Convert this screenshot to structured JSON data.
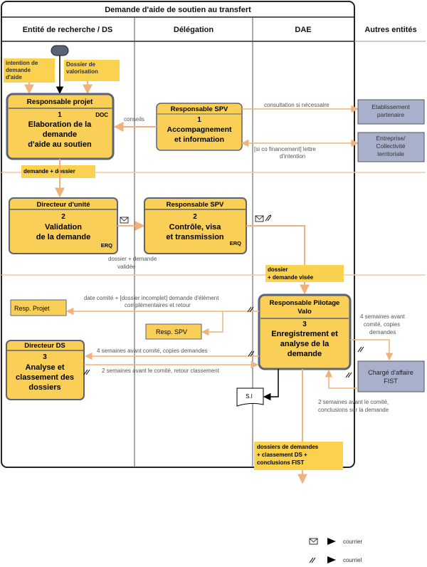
{
  "title": "Demande d'aide de soutien au transfert",
  "columns": [
    "Entité de recherche / DS",
    "Délégation",
    "DAE",
    "Autres entités"
  ],
  "notes": {
    "intention": "intention de demande d'aide",
    "dossier_valo": "Dossier de valorisation",
    "demande_dossier": "demande + dossier",
    "dossier_visee_1": "dossier",
    "dossier_visee_2": "+ demande  visée",
    "final_1": "dossiers de demandes",
    "final_2": "+ classement DS +",
    "final_3": "conclusions FIST"
  },
  "boxes": {
    "resp_projet": {
      "role": "Responsable projet",
      "num": "1",
      "l1": "Elaboration de la",
      "l2": "demande",
      "l3": "d'aide au soutien",
      "tag": "DOC"
    },
    "resp_spv_1": {
      "role": "Responsable SPV",
      "num": "1",
      "l1": "Accompagnement",
      "l2": "et information"
    },
    "dir_unite": {
      "role": "Directeur d'unité",
      "num": "2",
      "l1": "Validation",
      "l2": "de la demande",
      "tag": "ERQ"
    },
    "resp_spv_2": {
      "role": "Responsable SPV",
      "num": "2",
      "l1": "Contrôle, visa",
      "l2": "et transmission",
      "tag": "ERQ"
    },
    "resp_pilotage": {
      "role1": "Responsable Pilotage",
      "role2": "Valo",
      "num": "3",
      "l1": "Enregistrement et",
      "l2": "analyse de la",
      "l3": "demande"
    },
    "dir_ds": {
      "role": "Directeur DS",
      "num": "3",
      "l1": "Analyse et",
      "l2": "classement des",
      "l3": "dossiers"
    }
  },
  "small_boxes": {
    "resp_projet": "Resp. Projet",
    "resp_spv": "Resp. SPV",
    "si": "S.I"
  },
  "entities": {
    "etab_1": "Etablissement",
    "etab_2": "partenaire",
    "entr_1": "Entreprise/",
    "entr_2": "Collectivité",
    "entr_3": "territoriale",
    "charge_1": "Chargé d'affaire",
    "charge_2": "FIST"
  },
  "labels": {
    "conseils": "conseils",
    "consultation": "consultation si nécessaire",
    "cofin_1": "[si co financement] lettre",
    "cofin_2": "d'intention",
    "dossier_valide_1": "dossier + demande",
    "dossier_valide_2": "validée",
    "comite_1": "date comité + [dossier incomplet] demande d'élément",
    "comite_2": "complémentaires et retour",
    "quatre_sem": "4 semaines avant comité, copies demandes",
    "deux_sem": "2 semaines avant le comité, retour classement",
    "fist_4_1": "4 semaines avant",
    "fist_4_2": "comité, copies",
    "fist_4_3": "demandes",
    "fist_2_1": "2 semaines avant le comité,",
    "fist_2_2": "conclusions sur la demande"
  },
  "legend": {
    "courrier": "courrier",
    "courriel": "courriel"
  },
  "colors": {
    "box_fill": "#f9cf58",
    "box_border": "#5a6378",
    "entity_fill": "#a9b0cc",
    "arrow": "#f0b27a",
    "note_fill": "#fad24f",
    "line": "#f5c7a0"
  }
}
